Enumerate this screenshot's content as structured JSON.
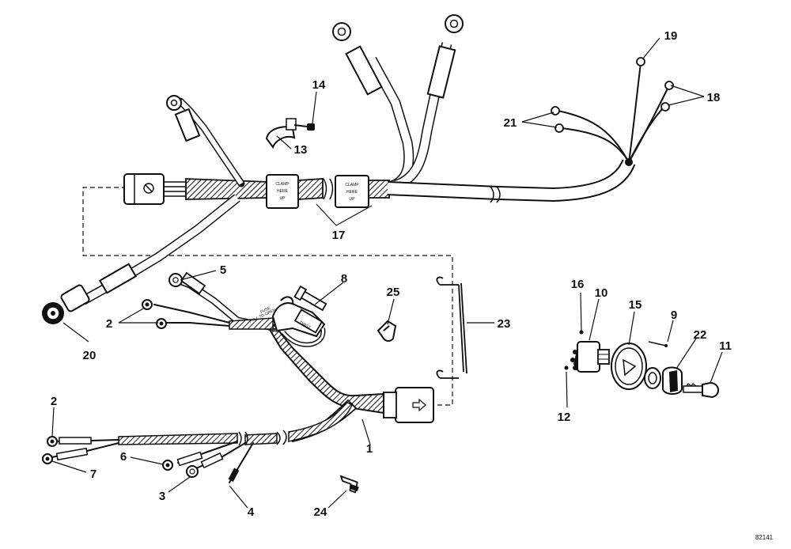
{
  "diagram": {
    "figure_code": "82141",
    "callouts": [
      {
        "key": "c1",
        "text": "1"
      },
      {
        "key": "c2a",
        "text": "2"
      },
      {
        "key": "c2b",
        "text": "2"
      },
      {
        "key": "c3",
        "text": "3"
      },
      {
        "key": "c4",
        "text": "4"
      },
      {
        "key": "c5",
        "text": "5"
      },
      {
        "key": "c6",
        "text": "6"
      },
      {
        "key": "c7",
        "text": "7"
      },
      {
        "key": "c8",
        "text": "8"
      },
      {
        "key": "c9",
        "text": "9"
      },
      {
        "key": "c10",
        "text": "10"
      },
      {
        "key": "c11",
        "text": "11"
      },
      {
        "key": "c12",
        "text": "12"
      },
      {
        "key": "c13",
        "text": "13"
      },
      {
        "key": "c14",
        "text": "14"
      },
      {
        "key": "c15",
        "text": "15"
      },
      {
        "key": "c16",
        "text": "16"
      },
      {
        "key": "c17",
        "text": "17"
      },
      {
        "key": "c18",
        "text": "18"
      },
      {
        "key": "c19",
        "text": "19"
      },
      {
        "key": "c20",
        "text": "20"
      },
      {
        "key": "c21",
        "text": "21"
      },
      {
        "key": "c22",
        "text": "22"
      },
      {
        "key": "c23",
        "text": "23"
      },
      {
        "key": "c24",
        "text": "24"
      },
      {
        "key": "c25",
        "text": "25"
      }
    ],
    "tags": {
      "clamp_1": [
        "CLAMP",
        "HERE",
        "UP"
      ],
      "clamp_2": [
        "CLAMP",
        "HERE",
        "UP"
      ],
      "fuse": [
        "FUSE",
        "PULL TO OPEN"
      ],
      "twist": "TWIST"
    },
    "colors": {
      "ink": "#111111",
      "paper": "#ffffff"
    }
  }
}
